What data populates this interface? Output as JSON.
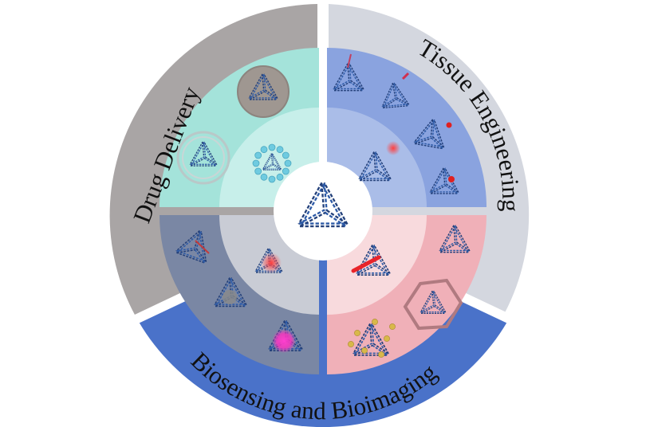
{
  "labels": {
    "drug_delivery": "Drug Delivery",
    "tissue_engineering": "Tissue Engineering",
    "biosensing": "Biosensing and Bioimaging"
  },
  "colors": {
    "drug_outer": "#a9a5a5",
    "tissue_outer": "#d4d7df",
    "biosensing_outer": "#4a72c9",
    "q_drug_mid": "#a4e3da",
    "q_drug_inner": "#c7efea",
    "q_tissue_mid": "#8aa3df",
    "q_tissue_inner": "#aabde8",
    "q_bio_left_mid": "#7a87a4",
    "q_bio_left_inner": "#c9ccd5",
    "q_bio_right_mid": "#f0b0b8",
    "q_bio_right_inner": "#f8dadd",
    "helix": "#2d5aa6",
    "helix_dark": "#23407a",
    "red_probe": "#e02020",
    "magenta_probe": "#ff1fbf",
    "gold_bead": "#d8b84a",
    "cyan_bead": "#6fcbe0"
  },
  "icons": {
    "center": "dna-tetrahedron-icon"
  }
}
